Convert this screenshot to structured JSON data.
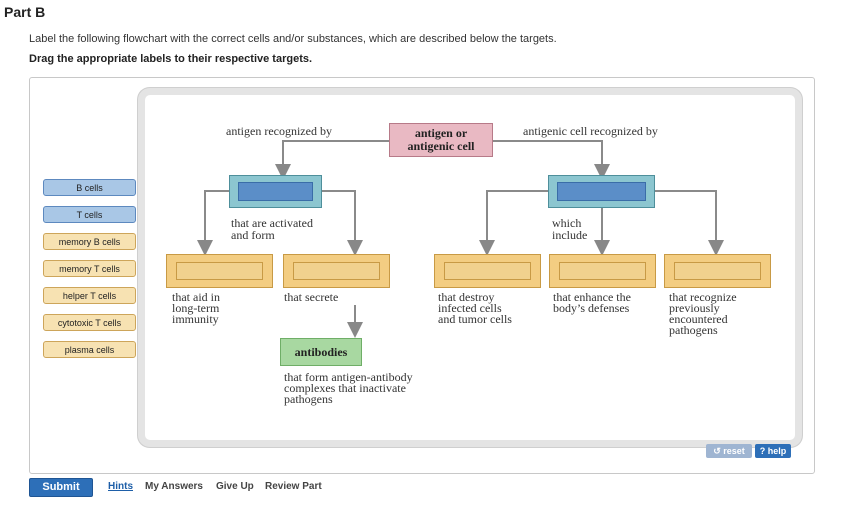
{
  "header": {
    "part": "Part B",
    "instruction": "Label the following flowchart with the correct cells and/or substances, which are described below the targets.",
    "instruction_bold": "Drag the appropriate labels to their respective targets."
  },
  "labels": [
    {
      "text": "B cells",
      "color": "blue"
    },
    {
      "text": "T cells",
      "color": "blue"
    },
    {
      "text": "memory B cells",
      "color": "yellow"
    },
    {
      "text": "memory T cells",
      "color": "yellow"
    },
    {
      "text": "helper T cells",
      "color": "yellow"
    },
    {
      "text": "cytotoxic T cells",
      "color": "yellow"
    },
    {
      "text": "plasma cells",
      "color": "yellow"
    }
  ],
  "diagram": {
    "center": "antigen or\nantigenic cell",
    "left_arrow_label": "antigen recognized by",
    "right_arrow_label": "antigenic cell recognized by",
    "left_branch_label": "that are activated\nand form",
    "right_branch_label": "which\ninclude",
    "desc1": "that aid in\nlong-term\nimmunity",
    "desc2": "that secrete",
    "desc3": "that destroy\ninfected cells\nand tumor cells",
    "desc4": "that enhance the\nbody’s defenses",
    "desc5": "that recognize\npreviously\nencountered\npathogens",
    "antibodies": "antibodies",
    "antibodies_desc": "that form antigen-antibody\ncomplexes that inactivate\npathogens"
  },
  "controls": {
    "reset": "reset",
    "help": "help"
  },
  "footer": {
    "submit": "Submit",
    "hints": "Hints",
    "my_answers": "My Answers",
    "give_up": "Give Up",
    "review_part": "Review Part"
  },
  "colors": {
    "submit_blue": "#2d6fb8",
    "label_blue": "#a9c7e6",
    "label_yellow": "#f7e2b2",
    "target_blue": "#5b8ec8",
    "target_yellow": "#f3cd82",
    "antigen_pink": "#e9b9c3",
    "antibody_green": "#a8d8a1"
  }
}
